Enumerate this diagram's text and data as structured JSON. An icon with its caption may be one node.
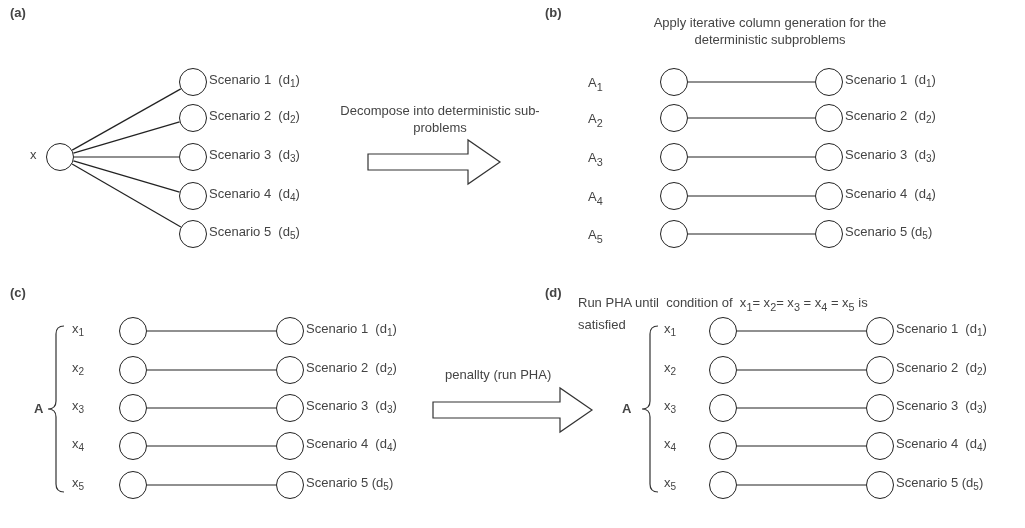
{
  "diagram": {
    "nodes": [
      {
        "text": [],
        "shape": "circle",
        "beside": [
          "x"
        ]
      },
      {
        "text": [],
        "shape": "circle",
        "beside": [
          "Scenario 1  (d$_{1}$)"
        ]
      },
      {
        "text": [],
        "shape": "circle",
        "beside": [
          "Scenario 2  (d$_{2}$)"
        ]
      },
      {
        "text": [],
        "shape": "circle",
        "beside": [
          "Scenario 3  (d$_{3}$)"
        ]
      },
      {
        "text": [],
        "shape": "circle",
        "beside": [
          "Scenario 4  (d$_{4}$)"
        ]
      },
      {
        "text": [],
        "shape": "circle",
        "beside": [
          "Scenario 5  (d$_{5}$)"
        ]
      },
      {
        "text": [],
        "shape": "circle"
      },
      {
        "text": [],
        "shape": "circle",
        "beside": [
          "Scenario 1  (d$_{1}$)"
        ]
      },
      {
        "text": [],
        "shape": "circle"
      },
      {
        "text": [],
        "shape": "circle",
        "beside": [
          "Scenario 2  (d$_{2}$)"
        ]
      },
      {
        "text": [],
        "shape": "circle"
      },
      {
        "text": [],
        "shape": "circle",
        "beside": [
          "Scenario 3  (d$_{3}$)"
        ]
      },
      {
        "text": [],
        "shape": "circle"
      },
      {
        "text": [],
        "shape": "circle",
        "beside": [
          "Scenario 4  (d$_{4}$)"
        ]
      },
      {
        "text": [],
        "shape": "circle"
      },
      {
        "text": [],
        "shape": "circle",
        "beside": [
          "Scenario 5 (d$_{5}$)"
        ]
      },
      {
        "text": [],
        "shape": "circle",
        "beside": [
          "x$_{1}$"
        ]
      },
      {
        "text": [],
        "shape": "circle",
        "beside": [
          "Scenario 1  (d$_{1}$)"
        ]
      },
      {
        "text": [],
        "shape": "circle",
        "beside": [
          "x$_{2}$"
        ]
      },
      {
        "text": [],
        "shape": "circle",
        "beside": [
          "Scenario 2  (d$_{2}$)"
        ]
      },
      {
        "text": [],
        "shape": "circle",
        "beside": [
          "x$_{3}$"
        ]
      },
      {
        "text": [],
        "shape": "circle",
        "beside": [
          "Scenario 3  (d$_{3}$)"
        ]
      },
      {
        "text": [],
        "shape": "circle",
        "beside": [
          "x$_{4}$"
        ]
      },
      {
        "text": [],
        "shape": "circle",
        "beside": [
          "Scenario 4  (d$_{4}$)"
        ]
      },
      {
        "text": [],
        "shape": "circle",
        "beside": [
          "x$_{5}$"
        ]
      },
      {
        "text": [],
        "shape": "circle",
        "beside": [
          "Scenario 5 (d$_{5}$)"
        ]
      },
      {
        "text": [],
        "shape": "circle",
        "beside": [
          "x$_{1}$"
        ]
      },
      {
        "text": [],
        "shape": "circle",
        "beside": [
          "Scenario 1  (d$_{1}$)"
        ]
      },
      {
        "text": [],
        "shape": "circle",
        "beside": [
          "x$_{2}$"
        ]
      },
      {
        "text": [],
        "shape": "circle",
        "beside": [
          "Scenario 2  (d$_{2}$)"
        ]
      },
      {
        "text": [],
        "shape": "circle",
        "beside": [
          "x$_{3}$"
        ]
      },
      {
        "text": [],
        "shape": "circle",
        "beside": [
          "Scenario 3  (d$_{3}$)"
        ]
      },
      {
        "text": [],
        "shape": "circle",
        "beside": [
          "x$_{4}$"
        ]
      },
      {
        "text": [],
        "shape": "circle",
        "beside": [
          "Scenario 4  (d$_{4}$)"
        ]
      },
      {
        "text": [],
        "shape": "circle",
        "beside": [
          "x$_{5}$"
        ]
      },
      {
        "text": [],
        "shape": "circle",
        "beside": [
          "Scenario 5 (d$_{5}$)"
        ]
      }
    ],
    "edges": [
      {
        "from": 0,
        "to": 1,
        "arrow": "none"
      },
      {
        "from": 0,
        "to": 2,
        "arrow": "none"
      },
      {
        "from": 0,
        "to": 3,
        "arrow": "none"
      },
      {
        "from": 0,
        "to": 4,
        "arrow": "none"
      },
      {
        "from": 0,
        "to": 5,
        "arrow": "none"
      },
      {
        "from": 6,
        "to": 7,
        "arrow": "none"
      },
      {
        "from": 8,
        "to": 9,
        "arrow": "none"
      },
      {
        "from": 10,
        "to": 11,
        "arrow": "none"
      },
      {
        "from": 12,
        "to": 13,
        "arrow": "none"
      },
      {
        "from": 14,
        "to": 15,
        "arrow": "none"
      },
      {
        "from": 16,
        "to": 17,
        "arrow": "none"
      },
      {
        "from": 18,
        "to": 19,
        "arrow": "none"
      },
      {
        "from": 20,
        "to": 21,
        "arrow": "none"
      },
      {
        "from": 22,
        "to": 23,
        "arrow": "none"
      },
      {
        "from": 24,
        "to": 25,
        "arrow": "none"
      },
      {
        "from": 26,
        "to": 27,
        "arrow": "none"
      },
      {
        "from": 28,
        "to": 29,
        "arrow": "none"
      },
      {
        "from": 30,
        "to": 31,
        "arrow": "none"
      },
      {
        "from": 32,
        "to": 33,
        "arrow": "none"
      },
      {
        "from": 34,
        "to": 35,
        "arrow": "none"
      }
    ],
    "labels": [
      "(a)",
      "(b)",
      "Apply iterative column generation for the deterministic subproblems",
      "Decompose into deterministic sub-problems",
      "A$_{1}$",
      "A$_{2}$",
      "A$_{3}$",
      "A$_{4}$",
      "A$_{5}$",
      "(c)",
      "(d)",
      "Run PHA until  condition of  x$_{1}$= x$_{2}$= x$_{3}$ = x$_{4}$ = x$_{5}$ is satisfied",
      "penallty (run PHA)",
      "A",
      "A"
    ]
  }
}
